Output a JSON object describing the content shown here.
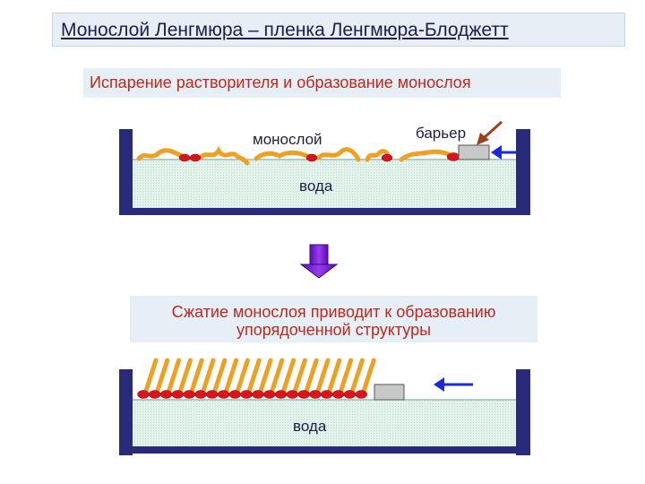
{
  "title": "Монослой Ленгмюра – пленка Ленгмюра-Блоджетт",
  "step1_caption": "Испарение растворителя и образование монослоя",
  "labels": {
    "monolayer": "монослой",
    "barrier": "барьер",
    "water_top": "вода",
    "water_bottom": "вода"
  },
  "step2_caption": {
    "line1": "Сжатие монослоя приводит к образованию",
    "line2": "упорядоченной структуры"
  },
  "colors": {
    "trough": "#2a2a7a",
    "water": "#dff0ea",
    "head": "#d8141c",
    "tail": "#f0a020",
    "arrow_down": "#7a1ad8",
    "arrow_blue": "#1a2ad8",
    "arrow_pointer": "#a0401a",
    "barrier": "#c8c8c8"
  },
  "icons": [
    "down-arrow-icon",
    "left-arrow-icon",
    "pointer-arrow-icon"
  ]
}
